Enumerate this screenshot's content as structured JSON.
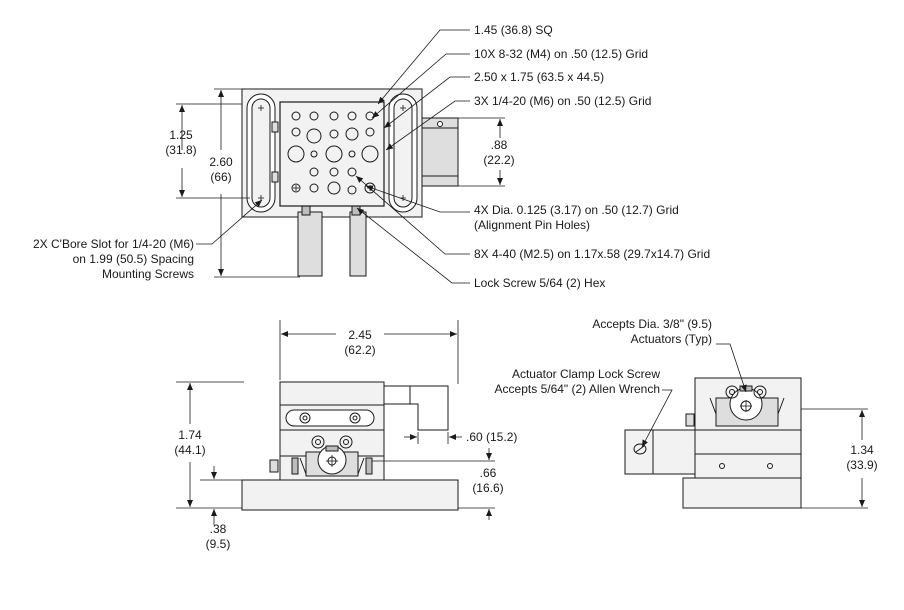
{
  "top_view": {
    "callouts": {
      "square": "1.45 (36.8) SQ",
      "m4_grid": "10X 8-32 (M4) on .50 (12.5) Grid",
      "footprint": "2.50 x 1.75 (63.5 x 44.5)",
      "m6_grid": "3X 1/4-20 (M6) on .50 (12.5) Grid",
      "pin_holes_1": "4X Dia. 0.125 (3.17) on .50 (12.7) Grid",
      "pin_holes_2": "(Alignment Pin Holes)",
      "m25_grid": "8X 4-40 (M2.5) on 1.17x.58 (29.7x14.7) Grid",
      "lock_screw": "Lock Screw 5/64 (2) Hex",
      "slot_1": "2X C'Bore Slot for 1/4-20 (M6)",
      "slot_2": "on 1.99 (50.5) Spacing",
      "slot_3": "Mounting Screws"
    },
    "dims": {
      "d125_in": "1.25",
      "d125_mm": "(31.8)",
      "d260_in": "2.60",
      "d260_mm": "(66)",
      "d088_in": ".88",
      "d088_mm": "(22.2)"
    }
  },
  "front_view": {
    "dims": {
      "width_in": "2.45",
      "width_mm": "(62.2)",
      "height_in": "1.74",
      "height_mm": "(44.1)",
      "act_offset": ".60 (15.2)",
      "axis_in": ".66",
      "axis_mm": "(16.6)",
      "base_in": ".38",
      "base_mm": "(9.5)"
    }
  },
  "side_view": {
    "callouts": {
      "accepts_1": "Accepts  Dia. 3/8\" (9.5)",
      "accepts_2": "Actuators (Typ)",
      "clamp_1": "Actuator Clamp Lock Screw",
      "clamp_2": "Accepts 5/64\" (2) Allen Wrench"
    },
    "dims": {
      "height_in": "1.34",
      "height_mm": "(33.9)"
    }
  },
  "colors": {
    "line": "#1a1a1a",
    "fill_light": "#f2f2f2",
    "fill_mid": "#dedede",
    "fill_dark": "#bdbdbd"
  }
}
